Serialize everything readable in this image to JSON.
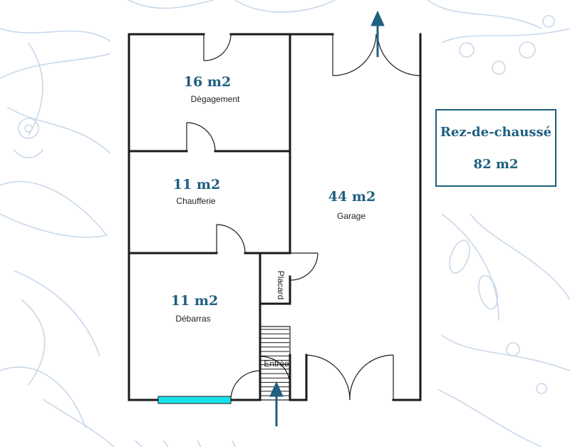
{
  "colors": {
    "accent": "#1f5f80",
    "background_pattern": "#c9d8ea",
    "window": "#19e3e8"
  },
  "rooms": [
    {
      "area": "16 m2",
      "name": "Dégagement"
    },
    {
      "area": "11 m2",
      "name": "Chaufferie"
    },
    {
      "area": "11 m2",
      "name": "Débarras"
    },
    {
      "area": "44 m2",
      "name": "Garage"
    }
  ],
  "placard_label": "Placard",
  "entry_label": "Entrée",
  "legend": {
    "floor": "Rez-de-chaussé",
    "total": "82 m2"
  }
}
